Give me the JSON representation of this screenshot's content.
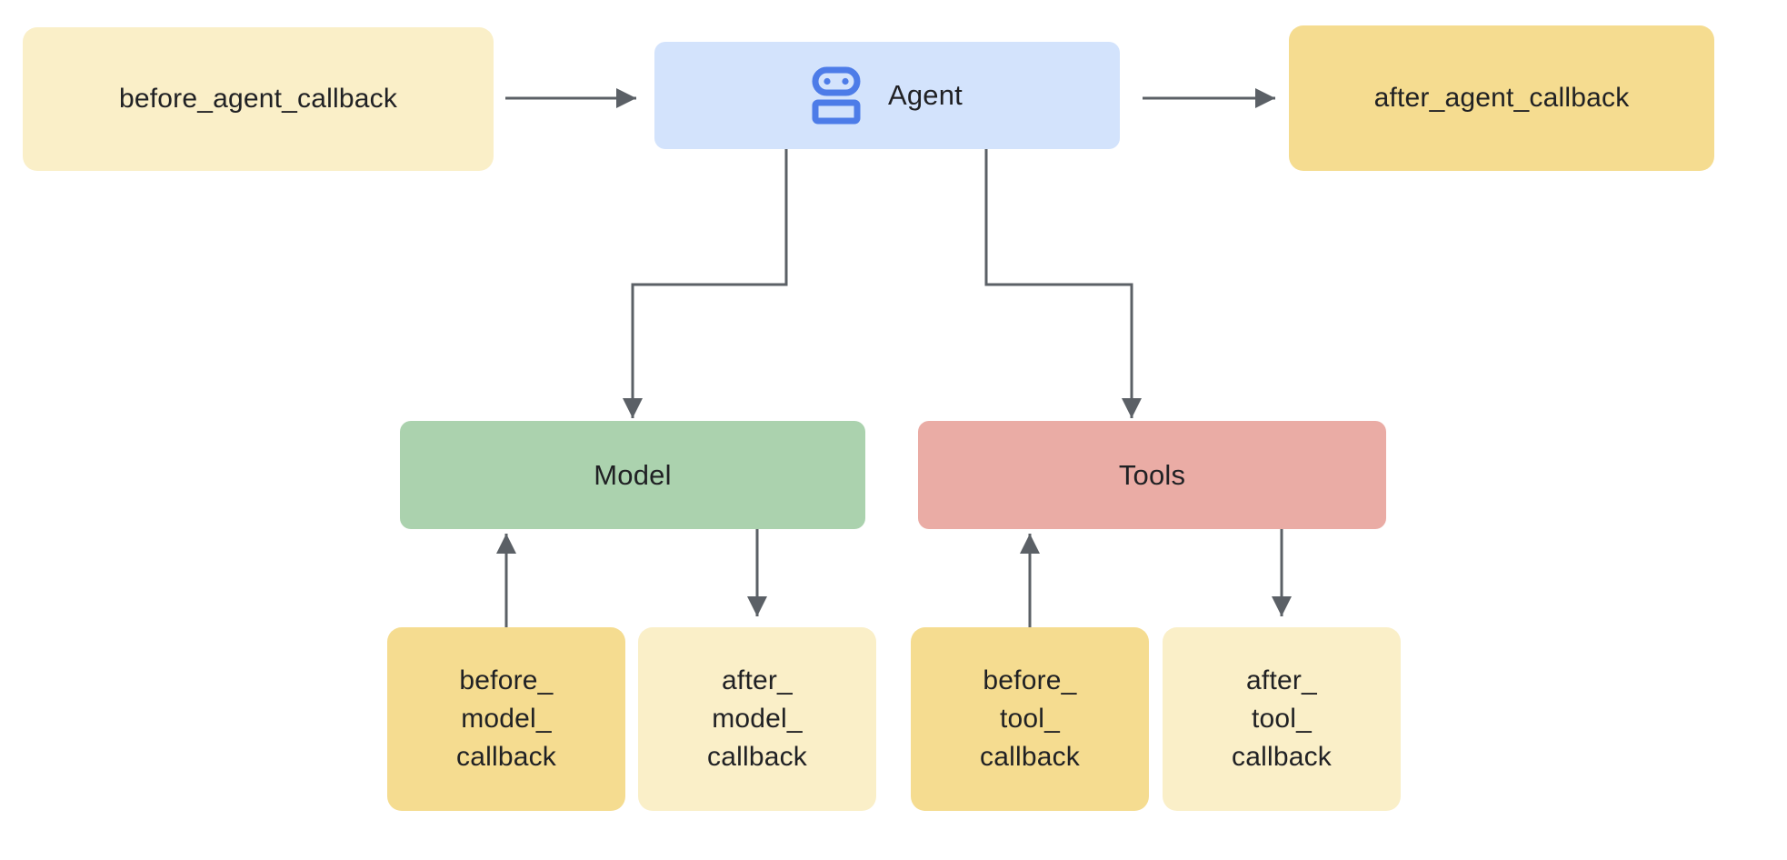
{
  "diagram": {
    "title_hint": "agent callbacks flow",
    "palette": {
      "background": "#ffffff",
      "agent_fill": "#d3e3fc",
      "agent_icon_blue": "#4d7ce8",
      "model_fill": "#abd2ae",
      "tools_fill": "#eaaca5",
      "callback_light_fill": "#faefc8",
      "callback_dark_fill": "#f5dc90",
      "arrow_gray": "#5b6066",
      "text": "#202124"
    },
    "nodes": {
      "before_agent": {
        "label": "before_agent_callback"
      },
      "agent": {
        "label": "Agent",
        "icon": "robot-icon"
      },
      "after_agent": {
        "label": "after_agent_callback"
      },
      "model": {
        "label": "Model"
      },
      "tools": {
        "label": "Tools"
      },
      "before_model": {
        "label": "before_\nmodel_\ncallback"
      },
      "after_model": {
        "label": "after_\nmodel_\ncallback"
      },
      "before_tool": {
        "label": "before_\ntool_\ncallback"
      },
      "after_tool": {
        "label": "after_\ntool_\ncallback"
      }
    },
    "edges": [
      {
        "from": "before_agent",
        "to": "agent"
      },
      {
        "from": "agent",
        "to": "after_agent"
      },
      {
        "from": "agent",
        "to": "model"
      },
      {
        "from": "agent",
        "to": "tools"
      },
      {
        "from": "before_model",
        "to": "model"
      },
      {
        "from": "model",
        "to": "after_model"
      },
      {
        "from": "before_tool",
        "to": "tools"
      },
      {
        "from": "tools",
        "to": "after_tool"
      }
    ]
  }
}
